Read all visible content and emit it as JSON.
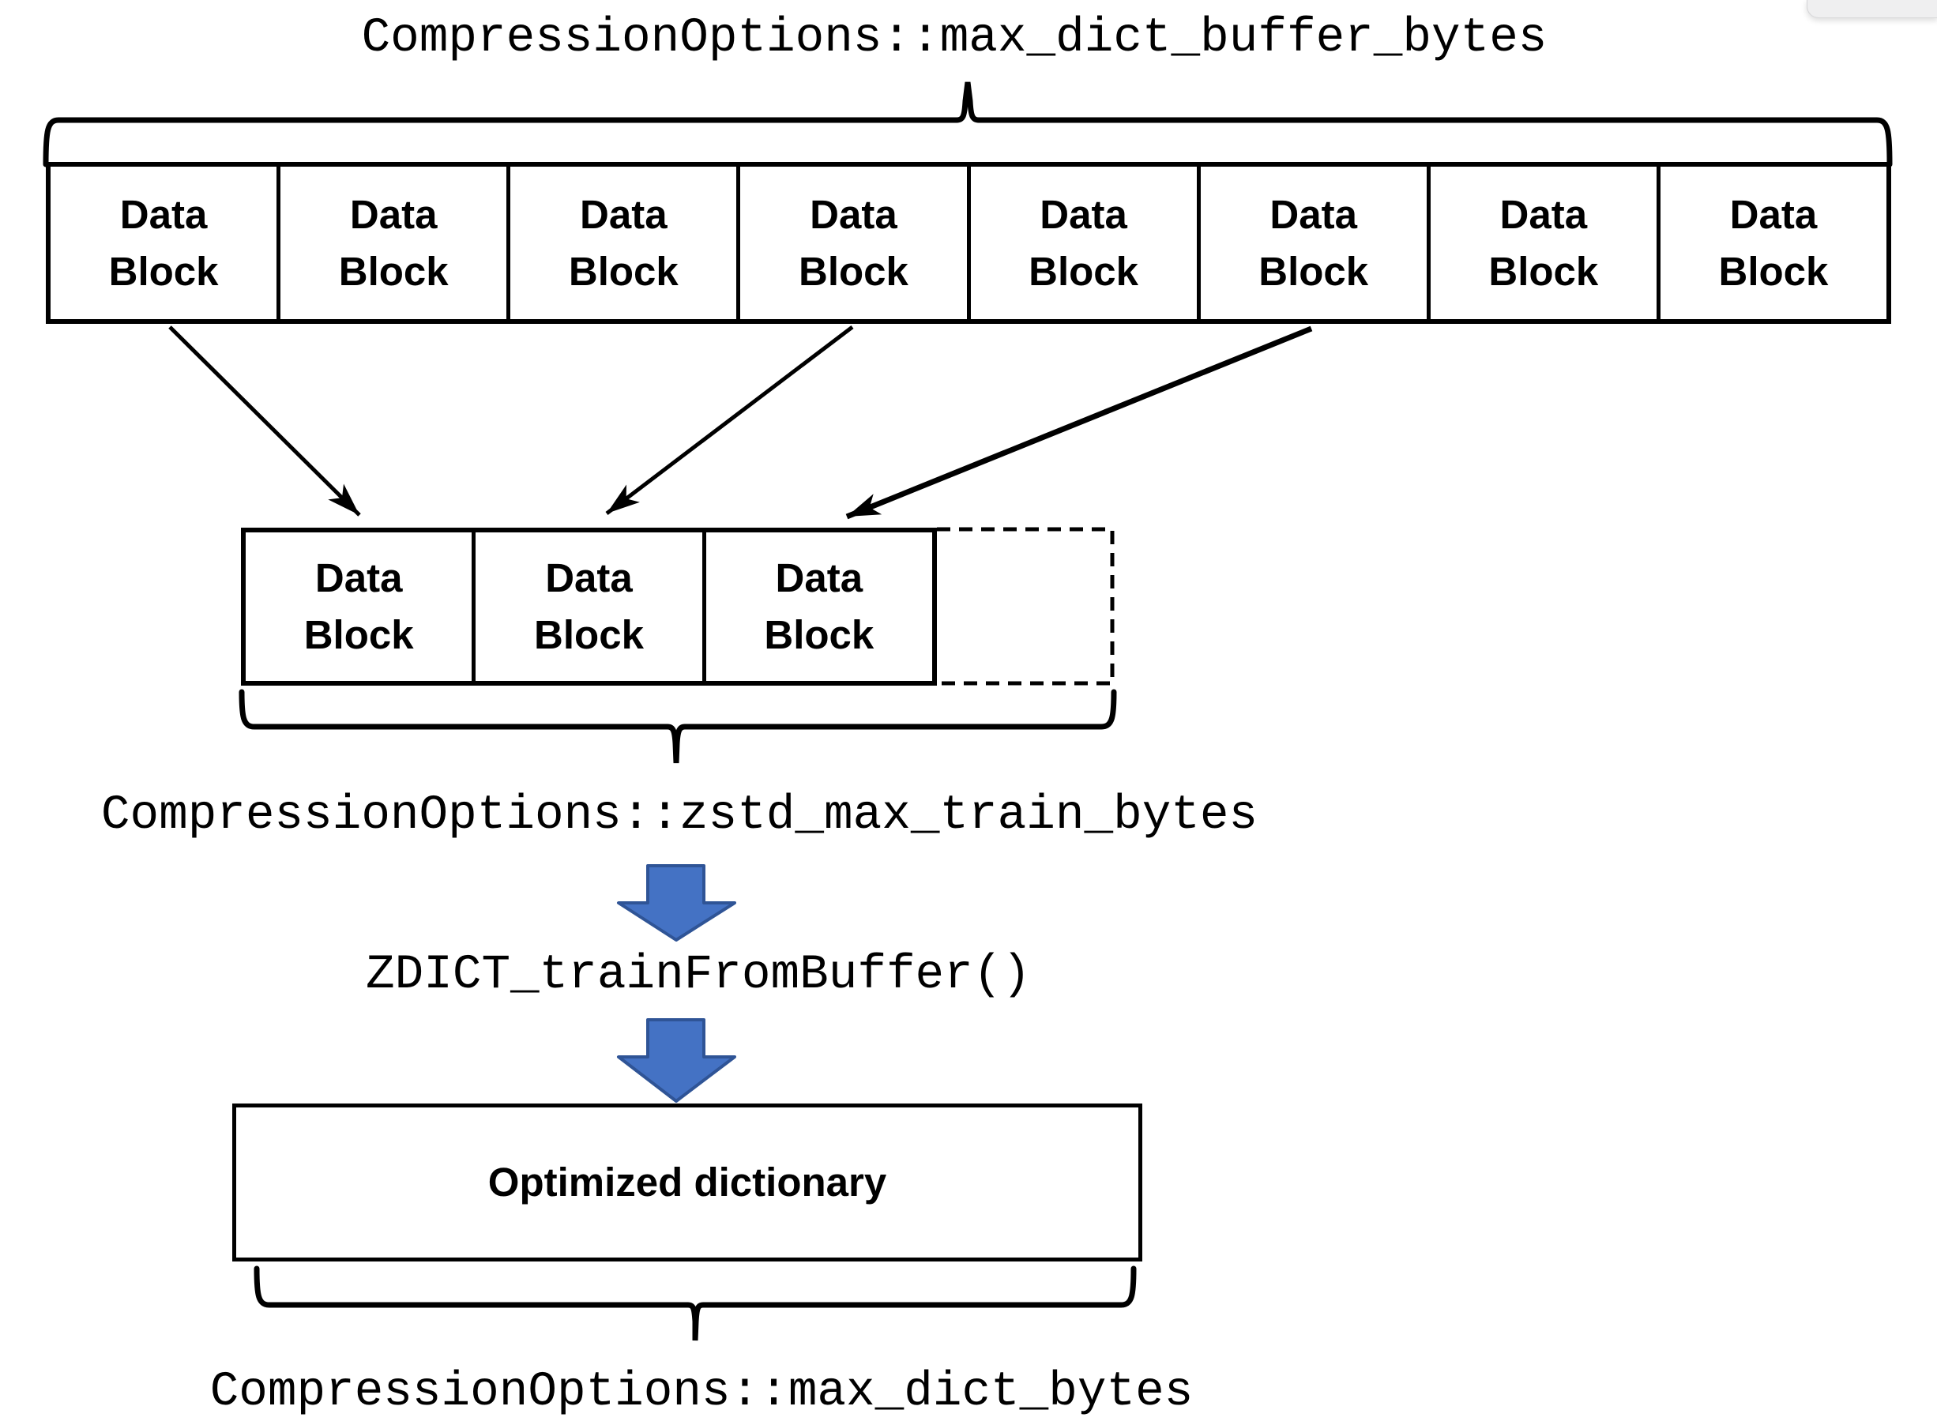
{
  "labels": {
    "max_dict_buffer_bytes": "CompressionOptions::max_dict_buffer_bytes",
    "zstd_max_train_bytes": "CompressionOptions::zstd_max_train_bytes",
    "zdict_train_from_buffer": "ZDICT_trainFromBuffer()",
    "max_dict_bytes": "CompressionOptions::max_dict_bytes"
  },
  "buffer_row": {
    "block_count": 8,
    "blocks": [
      {
        "label": "Data\nBlock"
      },
      {
        "label": "Data\nBlock"
      },
      {
        "label": "Data\nBlock"
      },
      {
        "label": "Data\nBlock"
      },
      {
        "label": "Data\nBlock"
      },
      {
        "label": "Data\nBlock"
      },
      {
        "label": "Data\nBlock"
      },
      {
        "label": "Data\nBlock"
      }
    ]
  },
  "train_row": {
    "block_count": 3,
    "blocks": [
      {
        "label": "Data\nBlock"
      },
      {
        "label": "Data\nBlock"
      },
      {
        "label": "Data\nBlock"
      }
    ],
    "pending_block_label": ""
  },
  "dictionary_box": {
    "label": "Optimized dictionary"
  },
  "colors": {
    "line": "#000000",
    "process_arrow_fill": "#4472c4",
    "process_arrow_stroke": "#2f5496",
    "background": "#ffffff",
    "browser_ui_fragment_bg": "#efeff0"
  }
}
